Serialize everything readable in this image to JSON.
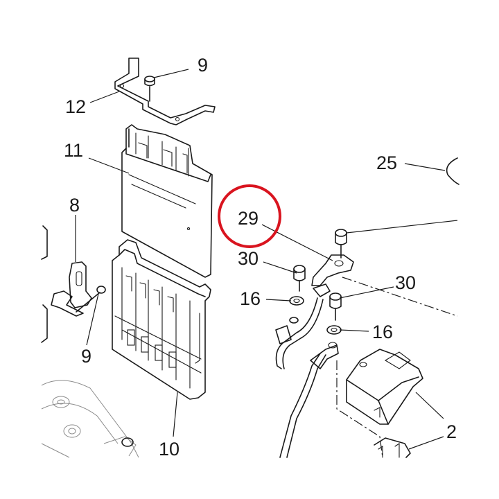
{
  "diagram": {
    "highlight_color": "#d9141f",
    "line_color": "#1a1a1a",
    "callouts": {
      "c9a": "9",
      "c12": "12",
      "c11": "11",
      "c8": "8",
      "c9b": "9",
      "c10": "10",
      "c25": "25",
      "c29": "29",
      "c30a": "30",
      "c30b": "30",
      "c16a": "16",
      "c16b": "16",
      "c2a": "2",
      "c2b": "2"
    }
  }
}
